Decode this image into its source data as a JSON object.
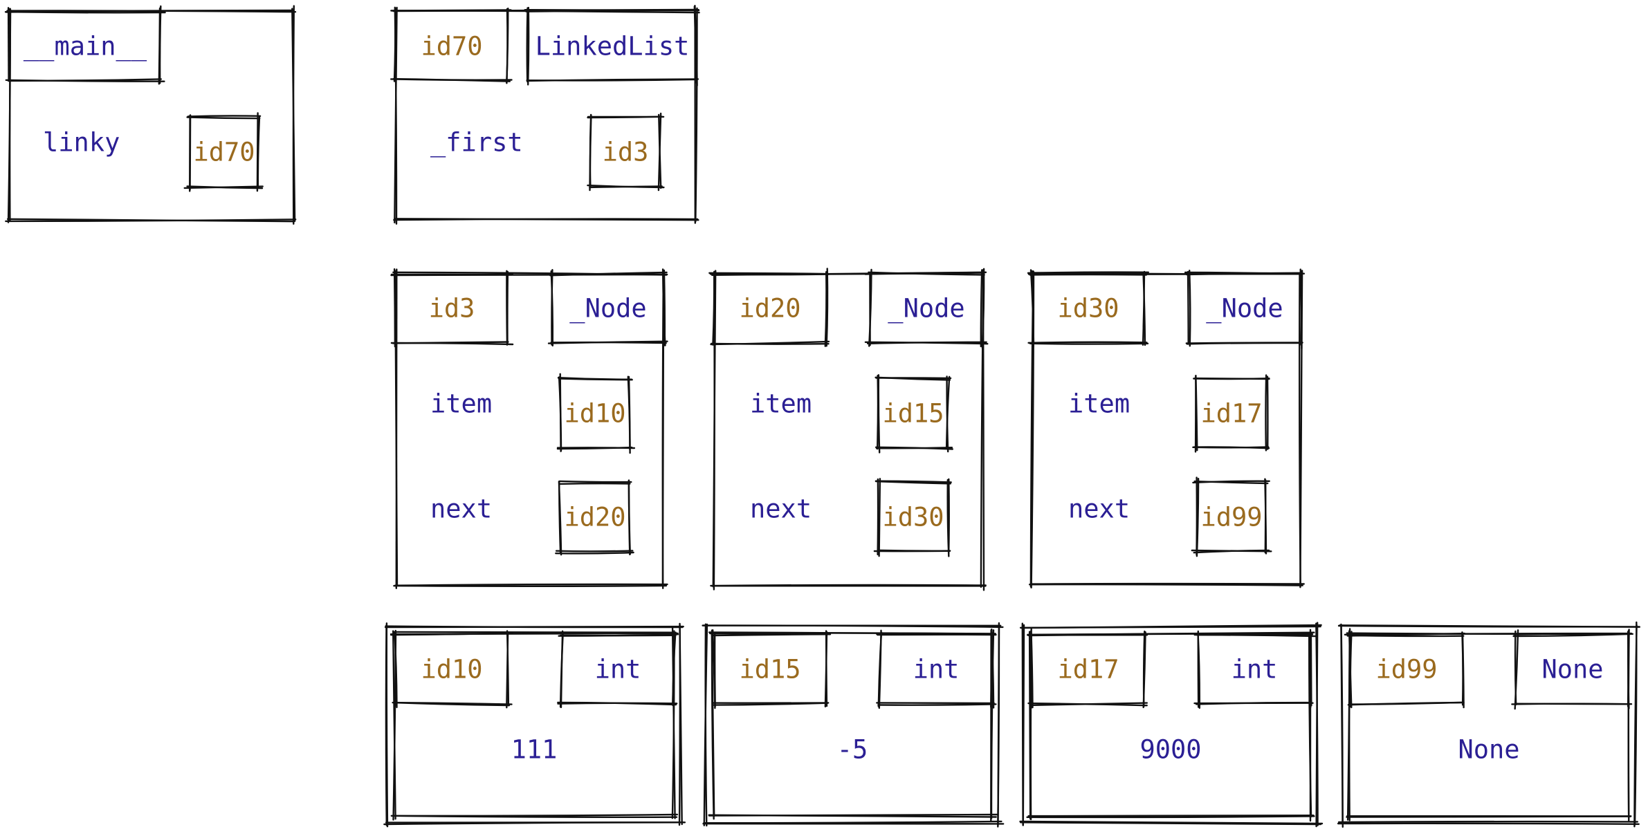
{
  "colors": {
    "id_text": "#9a6a1e",
    "type_text": "#2b1f94",
    "line": "#111111"
  },
  "frame": {
    "name": "__main__",
    "vars": [
      {
        "name": "linky",
        "ref": "id70"
      }
    ]
  },
  "linked_list": {
    "id": "id70",
    "type": "LinkedList",
    "attrs": [
      {
        "name": "_first",
        "ref": "id3"
      }
    ]
  },
  "nodes": [
    {
      "id": "id3",
      "type": "_Node",
      "attrs": [
        {
          "name": "item",
          "ref": "id10"
        },
        {
          "name": "next",
          "ref": "id20"
        }
      ]
    },
    {
      "id": "id20",
      "type": "_Node",
      "attrs": [
        {
          "name": "item",
          "ref": "id15"
        },
        {
          "name": "next",
          "ref": "id30"
        }
      ]
    },
    {
      "id": "id30",
      "type": "_Node",
      "attrs": [
        {
          "name": "item",
          "ref": "id17"
        },
        {
          "name": "next",
          "ref": "id99"
        }
      ]
    }
  ],
  "values": [
    {
      "id": "id10",
      "type": "int",
      "value": "111"
    },
    {
      "id": "id15",
      "type": "int",
      "value": "-5"
    },
    {
      "id": "id17",
      "type": "int",
      "value": "9000"
    },
    {
      "id": "id99",
      "type": "None",
      "value": "None"
    }
  ]
}
